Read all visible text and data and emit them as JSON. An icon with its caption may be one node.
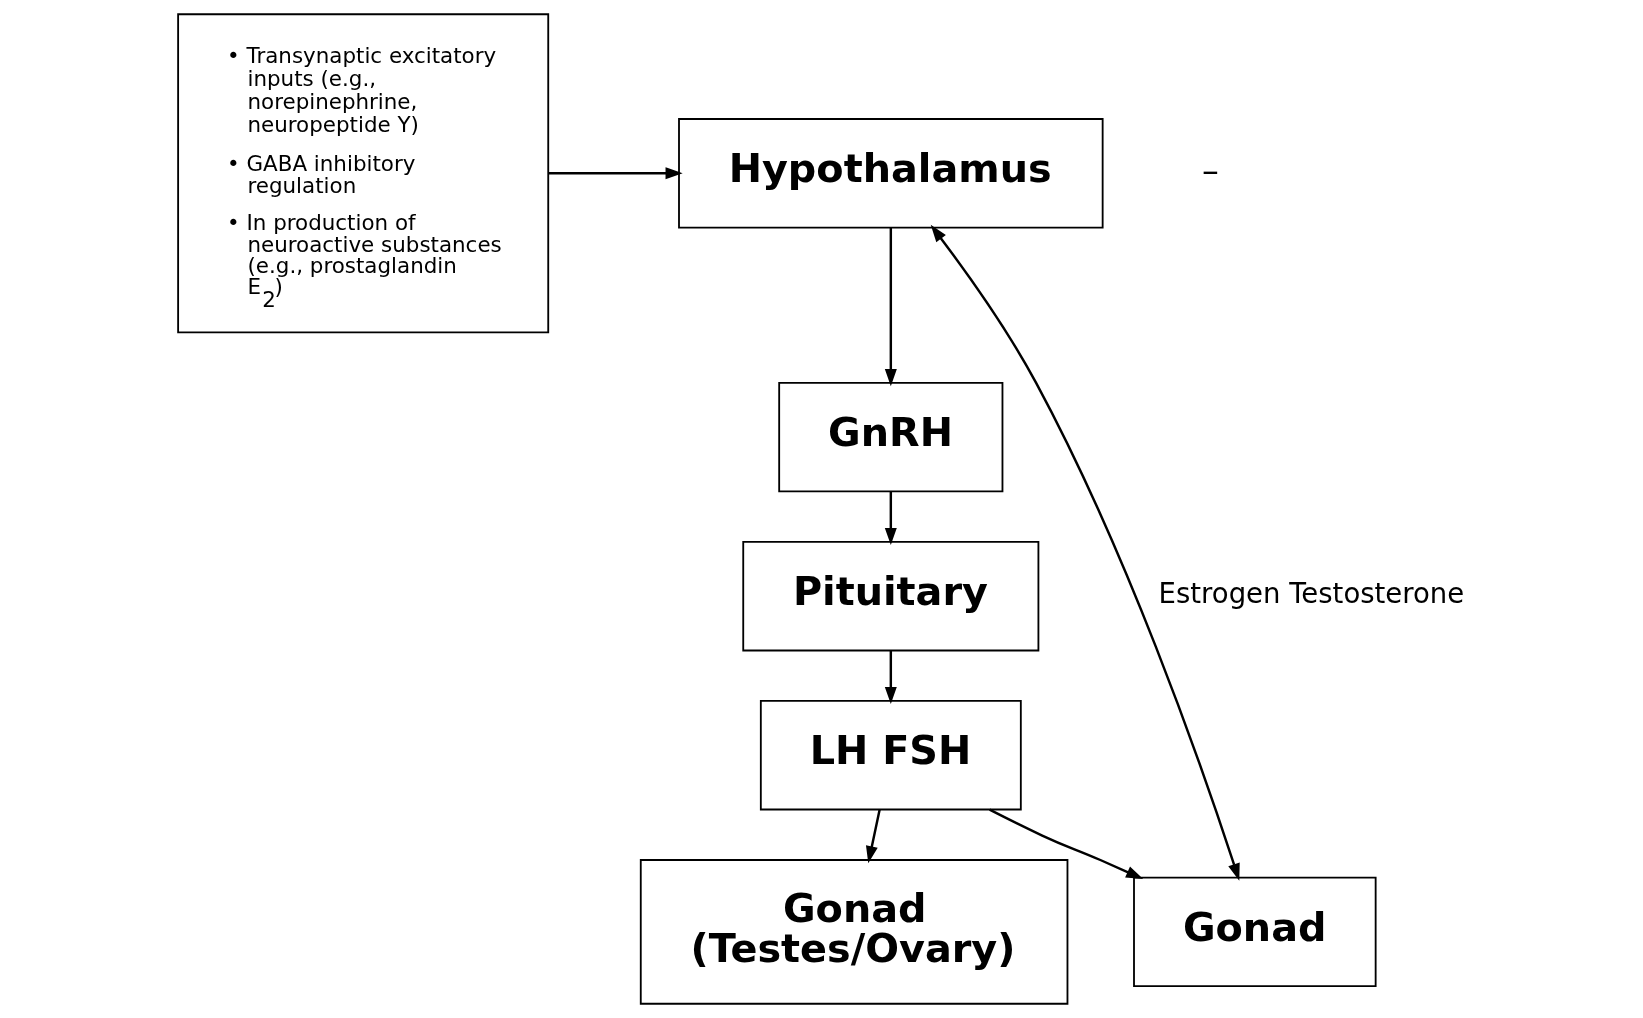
{
  "diagram": {
    "nodes": [
      {
        "text": [
          "• Transynaptic excitatory inputs (e.g., norepinephrine, neuropeptide Y)",
          "• GABA inhibitory regulation",
          "• In production of neuroactive substances (e.g., prostaglandin E$_{2}$)"
        ]
      },
      {
        "text": [
          "Hypothalamus"
        ]
      },
      {
        "text": [
          "GnRH"
        ]
      },
      {
        "text": [
          "Pituitary"
        ]
      },
      {
        "text": [
          "LH FSH"
        ]
      },
      {
        "text": [
          "Gonad (Testes/Ovary)"
        ]
      },
      {
        "text": [
          "Gonad"
        ]
      }
    ],
    "edges": [
      {
        "from": 0,
        "to": 1,
        "arrow": "to"
      },
      {
        "from": 1,
        "to": 2,
        "arrow": "to"
      },
      {
        "from": 2,
        "to": 3,
        "arrow": "to"
      },
      {
        "from": 3,
        "to": 4,
        "arrow": "to"
      },
      {
        "from": 4,
        "to": 5,
        "arrow": "to"
      },
      {
        "from": 4,
        "to": 6,
        "arrow": "to"
      },
      {
        "from": 6,
        "to": 1,
        "arrow": "both",
        "label": "Estrogen Testosterone"
      }
    ],
    "labels": [
      "–"
    ]
  }
}
